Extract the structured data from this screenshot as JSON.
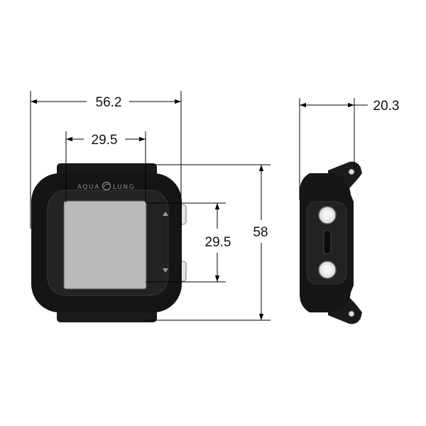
{
  "dimensions": {
    "overall_width": "56.2",
    "screen_width": "29.5",
    "screen_height": "29.5",
    "overall_height": "58",
    "side_depth": "20.3"
  },
  "brand": {
    "left": "AQUA",
    "right": "LUNG"
  },
  "colors": {
    "body": "#141414",
    "bezel": "#2a2a2a",
    "screen": "#b9b9bb",
    "button": "#e8e8e8",
    "dimension_line": "#000000"
  }
}
